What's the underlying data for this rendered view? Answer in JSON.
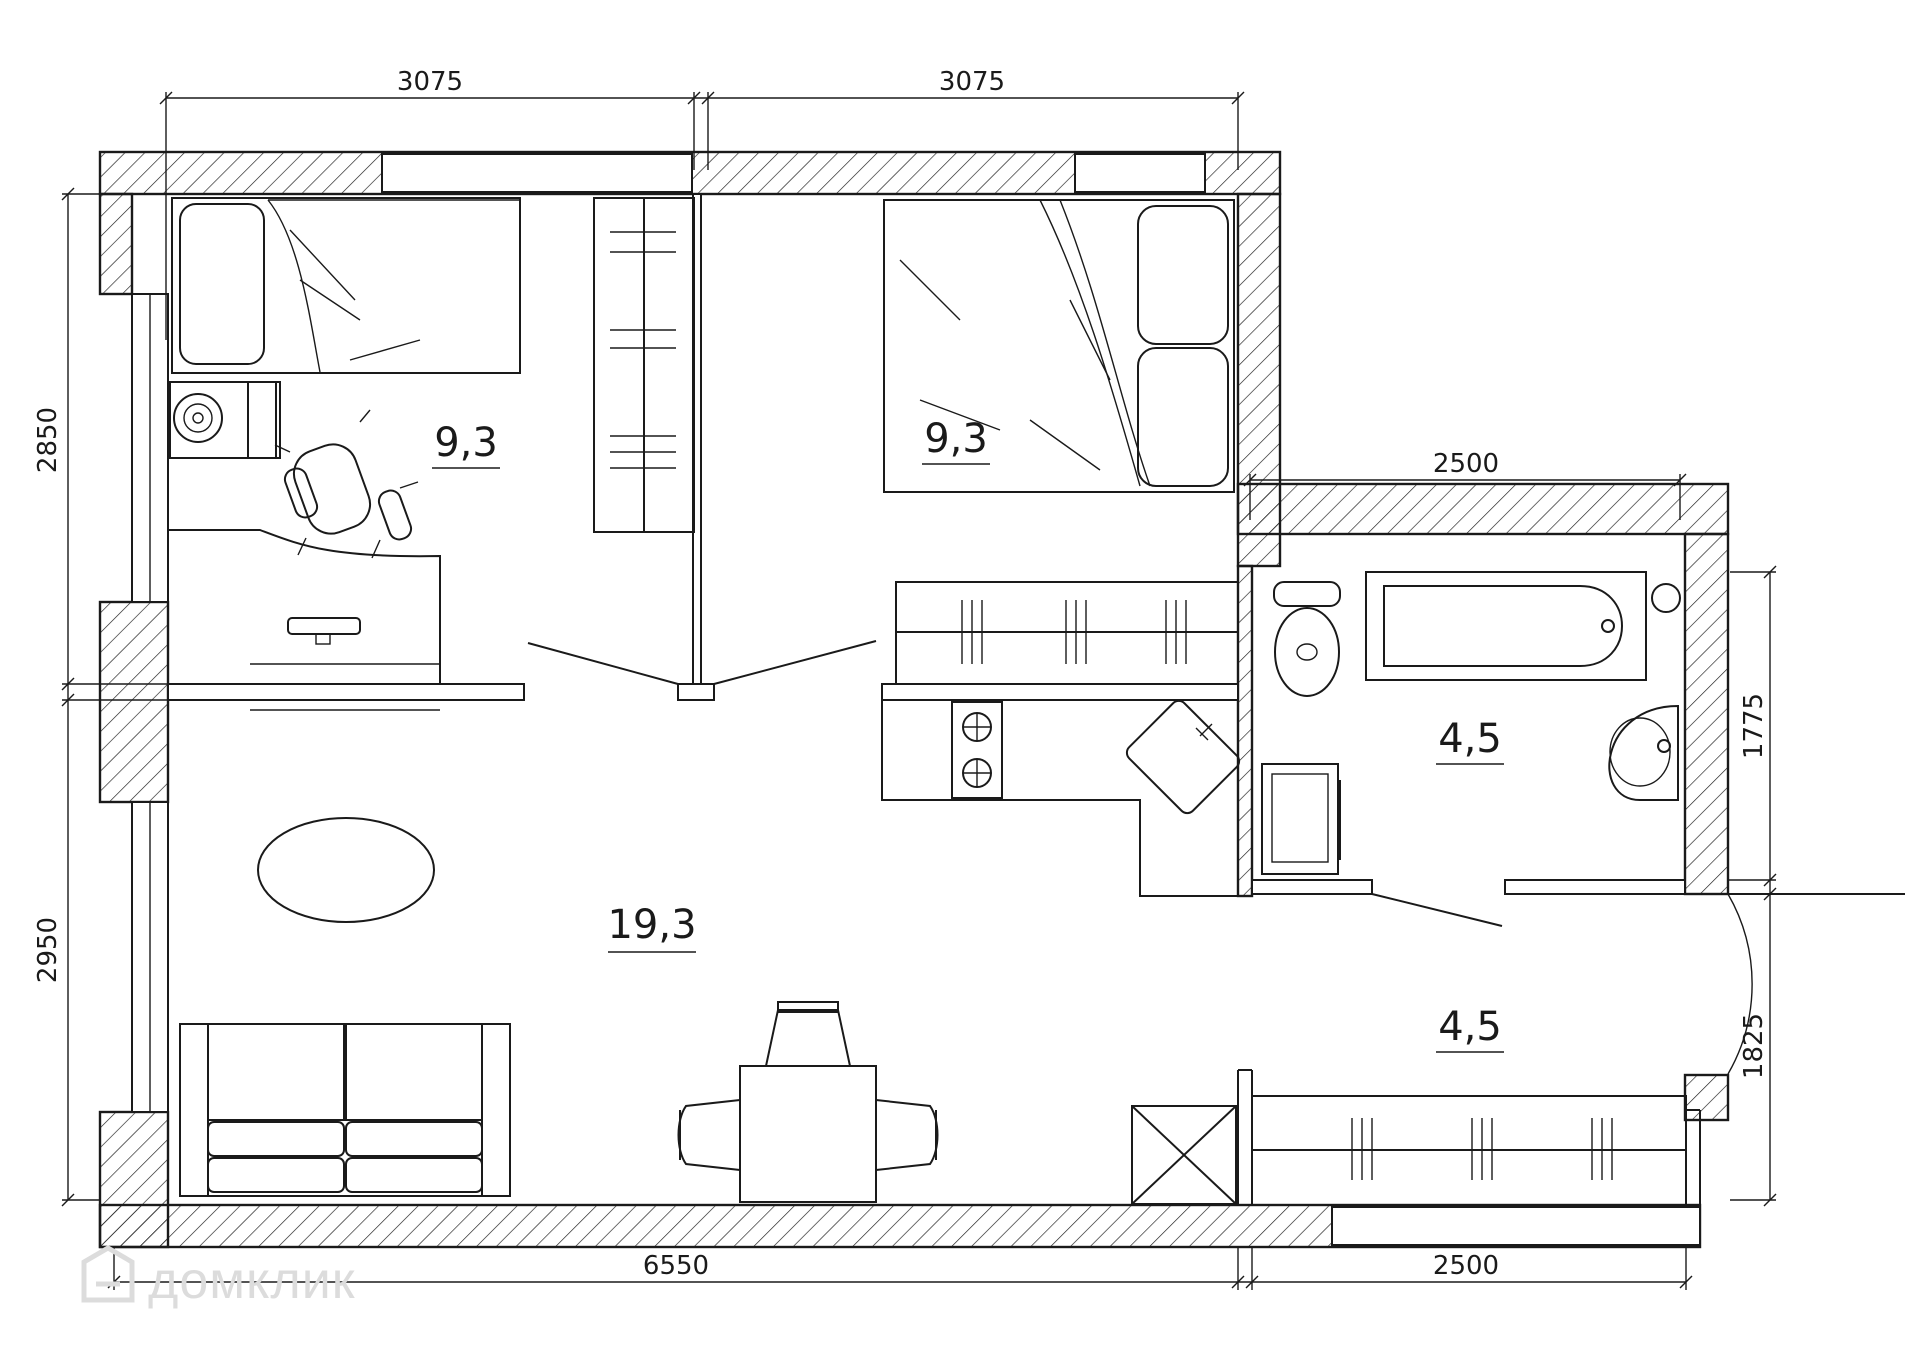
{
  "dimensions": {
    "top_left": "3075",
    "top_right": "3075",
    "bath_top": "2500",
    "left_upper": "2850",
    "left_lower": "2950",
    "right_bath": "1775",
    "right_hall": "1825",
    "bottom_main": "6550",
    "bottom_right": "2500"
  },
  "rooms": {
    "bedroom_left": {
      "area": "9,3"
    },
    "bedroom_right": {
      "area": "9,3"
    },
    "living_kitchen": {
      "area": "19,3"
    },
    "bathroom": {
      "area": "4,5"
    },
    "hallway": {
      "area": "4,5"
    }
  },
  "watermark": {
    "text": "домклик",
    "icon": "domclick-logo-icon"
  },
  "colors": {
    "line": "#1a1a1a",
    "background": "#ffffff",
    "watermark": "#dcdcdc"
  }
}
